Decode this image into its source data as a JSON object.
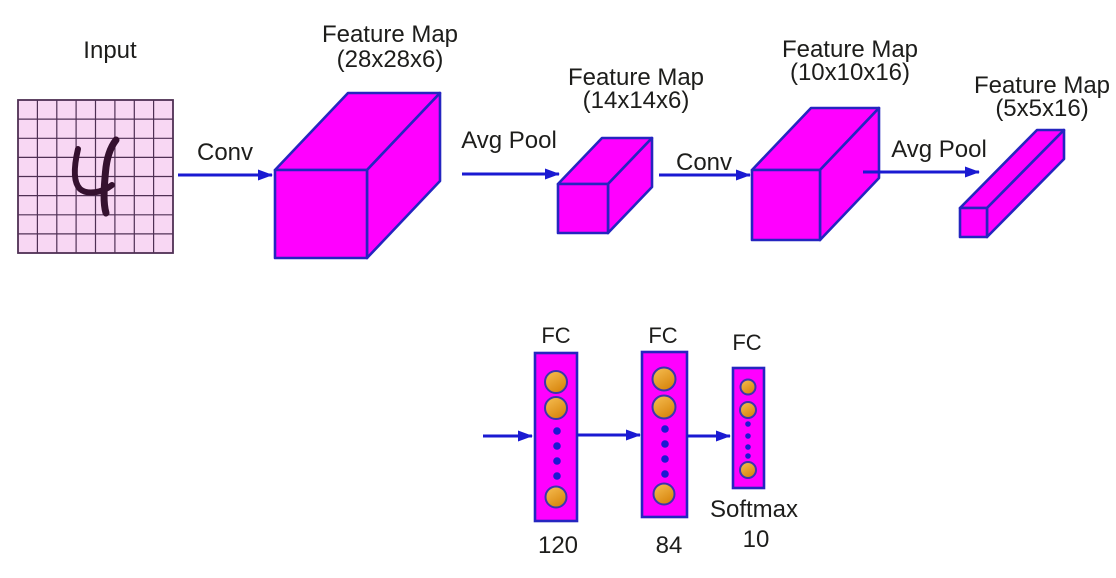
{
  "diagram": {
    "input": {
      "label": "Input",
      "digit": "4"
    },
    "feature_maps": [
      {
        "title": "Feature Map",
        "dims": "(28x28x6)"
      },
      {
        "title": "Feature Map",
        "dims": "(14x14x6)"
      },
      {
        "title": "Feature Map",
        "dims": "(10x10x16)"
      },
      {
        "title": "Feature Map",
        "dims": "(5x5x16)"
      }
    ],
    "operations": [
      {
        "label": "Conv"
      },
      {
        "label": "Avg Pool"
      },
      {
        "label": "Conv"
      },
      {
        "label": "Avg Pool"
      }
    ],
    "fc_layers": [
      {
        "label": "FC",
        "units": "120"
      },
      {
        "label": "FC",
        "units": "84"
      },
      {
        "label": "FC",
        "units": "10",
        "activation": "Softmax"
      }
    ]
  },
  "colors": {
    "background": "#ffffff",
    "magenta": "#ff00ff",
    "edge": "#2525c0",
    "arrow": "#1a1ad2",
    "text": "#1d1d1b",
    "grid-fill": "#f8d7f3",
    "grid-line": "#4f3054",
    "digit": "#35112f",
    "node-light": "#f7c055",
    "node-dark": "#d8860e",
    "node-border": "#3b35ad"
  }
}
